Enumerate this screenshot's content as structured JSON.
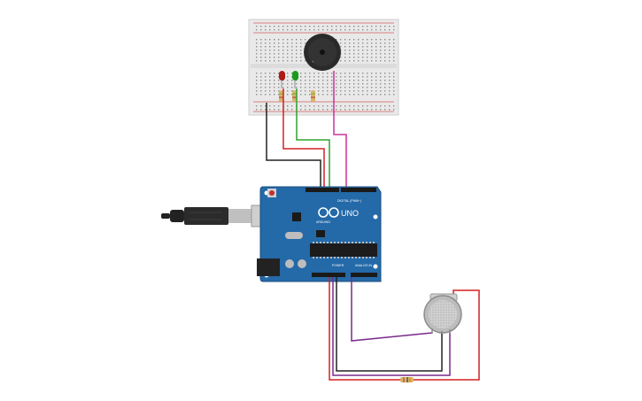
{
  "board": {
    "brand_label": "UNO",
    "sub_brand_label": "ARDUINO",
    "digital_header_label": "DIGITAL (PWM~)",
    "power_header_label": "POWER",
    "analog_header_label": "ANALOG IN"
  },
  "colors": {
    "board": "#2469a8",
    "board_edge": "#1b4f80",
    "breadboard": "#e9e9e9",
    "wire_black": "#222222",
    "wire_red": "#d42020",
    "wire_green": "#2fa32f",
    "wire_magenta": "#c8349a",
    "wire_purple": "#7a2a8a",
    "led_red": "#b01818",
    "led_green": "#1a9a1a",
    "buzzer": "#2a2a2a"
  }
}
